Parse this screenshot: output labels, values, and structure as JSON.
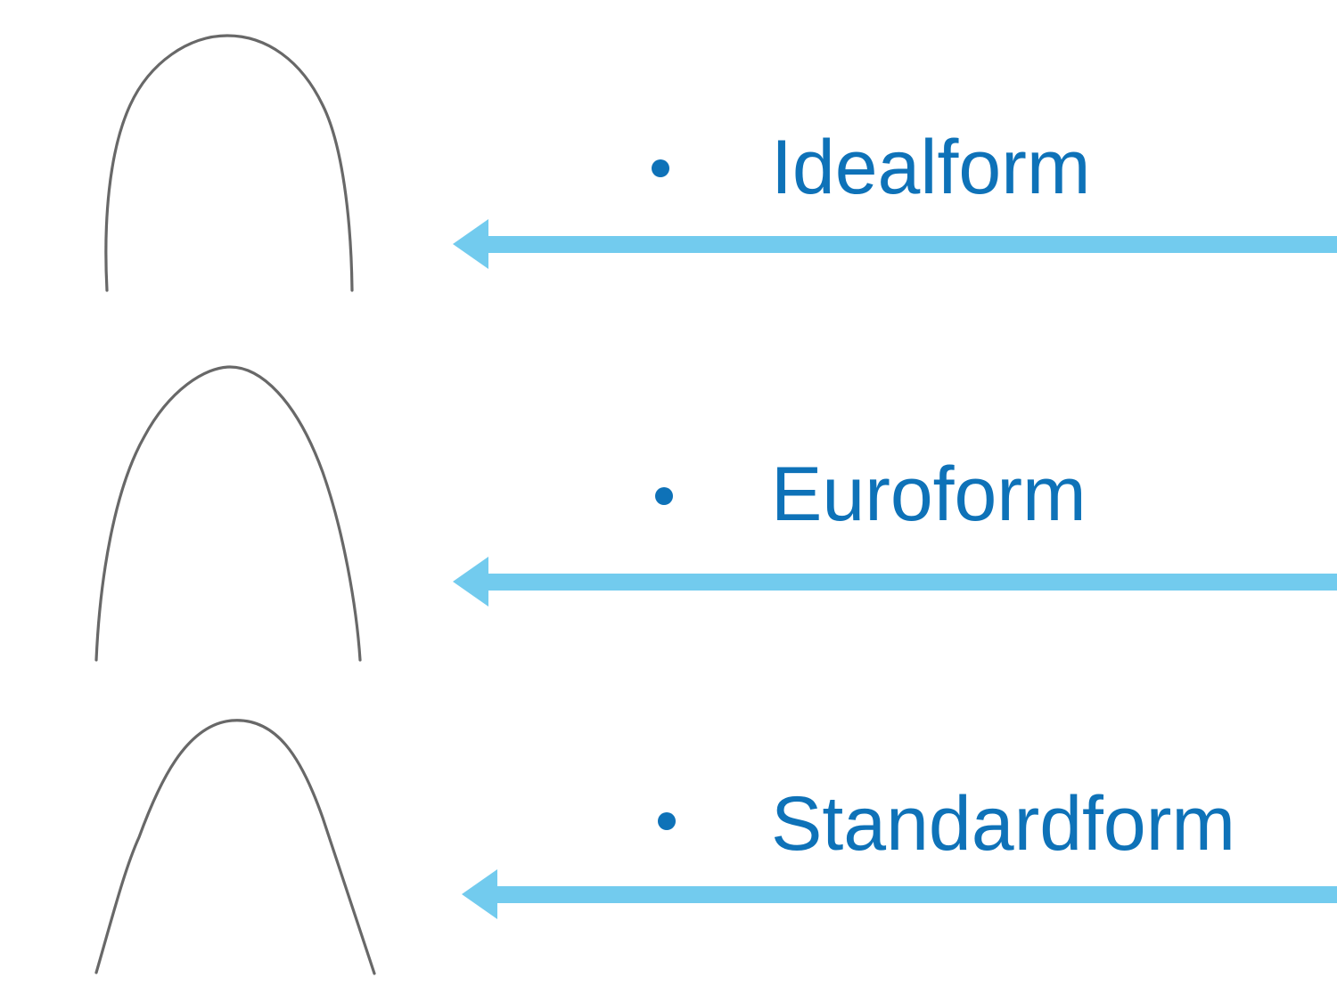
{
  "slide": {
    "background_color": "#ffffff",
    "label_color": "#0e72b8",
    "arrow_color": "#72cbee",
    "wire_color": "#686868",
    "items": [
      {
        "label": "Idealform",
        "icon": "idealform-archwire-icon"
      },
      {
        "label": "Euroform",
        "icon": "euroform-archwire-icon"
      },
      {
        "label": "Standardform",
        "icon": "standardform-archwire-icon"
      }
    ]
  }
}
